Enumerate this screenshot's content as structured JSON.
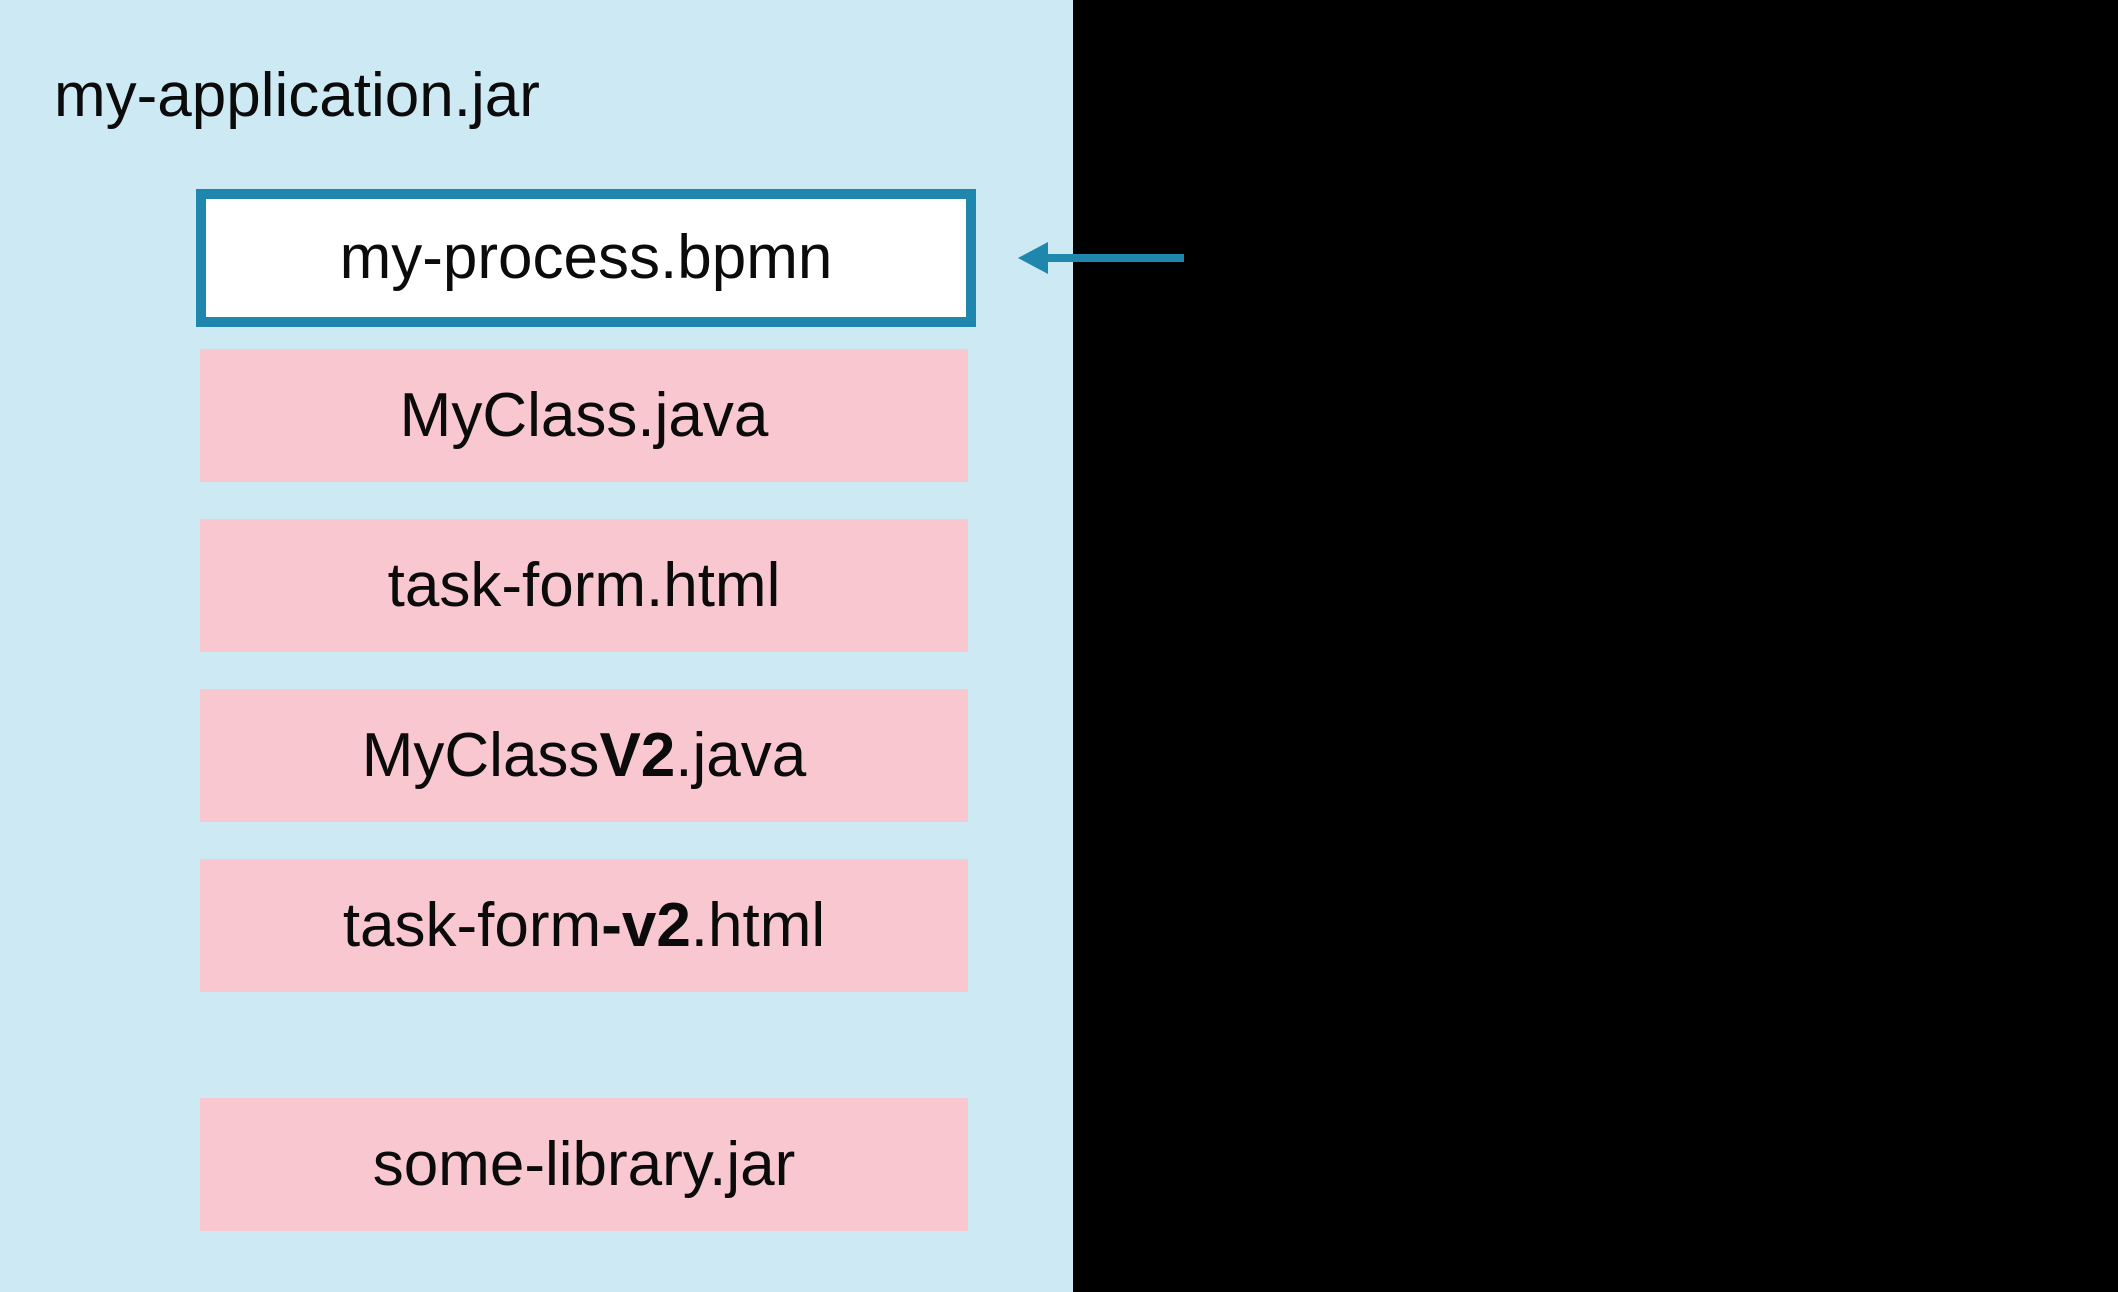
{
  "colors": {
    "canvas_bg": "#000000",
    "panel_bg": "#cde9f4",
    "resource_bg": "#f8c7d0",
    "accent": "#1f87ae",
    "highlight_bg": "#ffffff",
    "text": "#0b0b0b"
  },
  "diagram": {
    "title": "my-application.jar",
    "highlighted_file": {
      "label": "my-process.bpmn"
    },
    "arrow": {
      "direction": "left"
    },
    "resources": [
      {
        "prefix": "MyClass.java",
        "bold": "",
        "suffix": ""
      },
      {
        "prefix": "task-form.html",
        "bold": "",
        "suffix": ""
      },
      {
        "prefix": "MyClass",
        "bold": "V2",
        "suffix": ".java"
      },
      {
        "prefix": "task-form",
        "bold": "-v2",
        "suffix": ".html"
      },
      {
        "prefix": "some-library.jar",
        "bold": "",
        "suffix": ""
      }
    ]
  }
}
